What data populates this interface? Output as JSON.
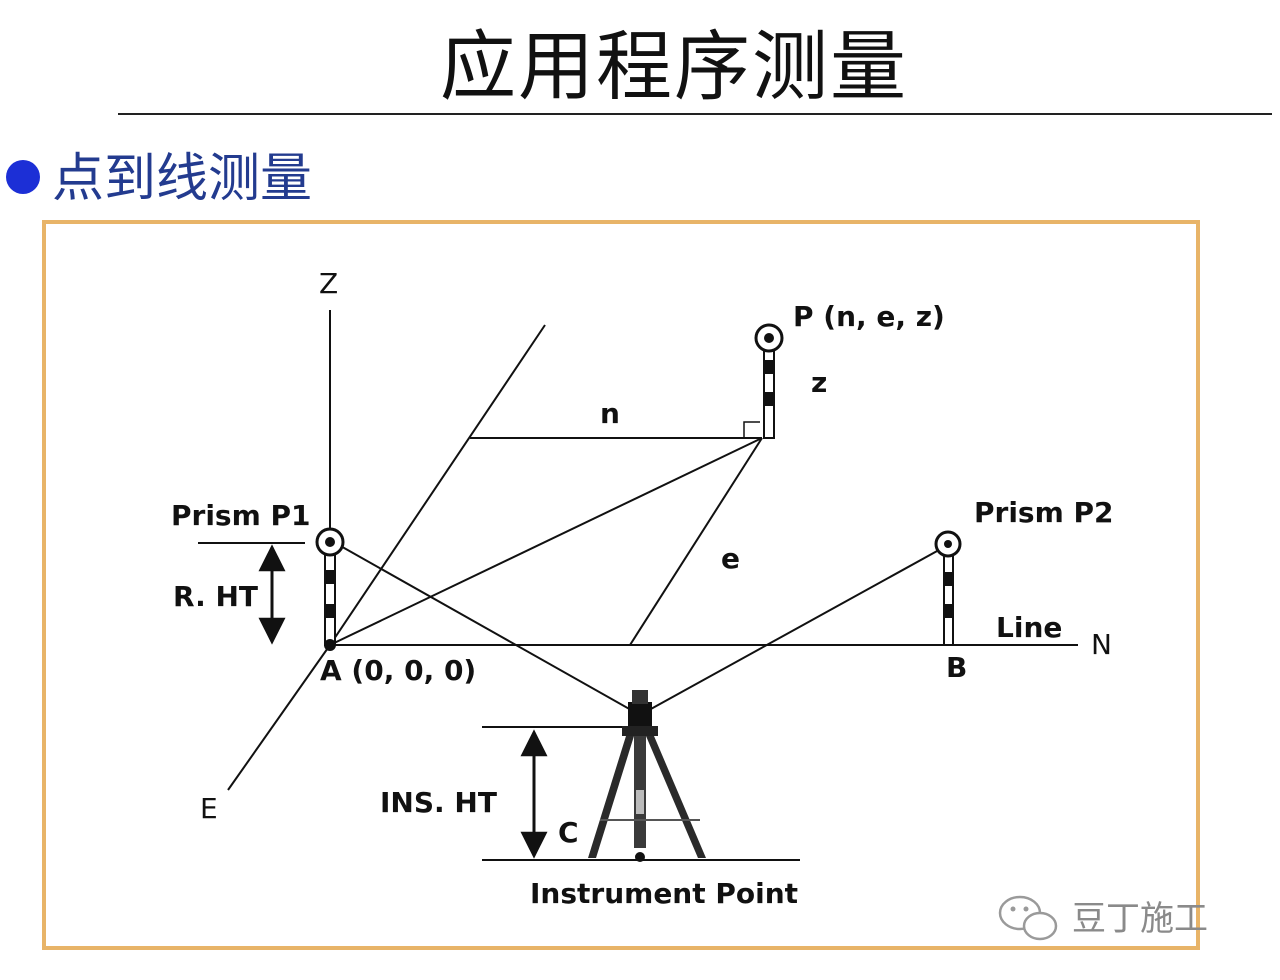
{
  "header": {
    "title": "应用程序测量",
    "subtitle": "点到线测量"
  },
  "diagram": {
    "labels": {
      "z_axis": "Z",
      "n_axis": "N",
      "e_axis": "E",
      "point_p": "P (n, e, z)",
      "z_offset": "z",
      "n_offset": "n",
      "e_offset": "e",
      "prism_p1": "Prism P1",
      "prism_p2": "Prism P2",
      "r_ht": "R. HT",
      "line": "Line",
      "point_a": "A (0, 0, 0)",
      "point_b": "B",
      "ins_ht": "INS. HT",
      "point_c": "C",
      "instrument_point": "Instrument Point"
    }
  },
  "watermark": {
    "text": "豆丁施工",
    "icon": "wechat-icon"
  },
  "colors": {
    "frame_border": "#e8b468",
    "bullet": "#1c2fd6",
    "subtitle": "#233b8f"
  }
}
